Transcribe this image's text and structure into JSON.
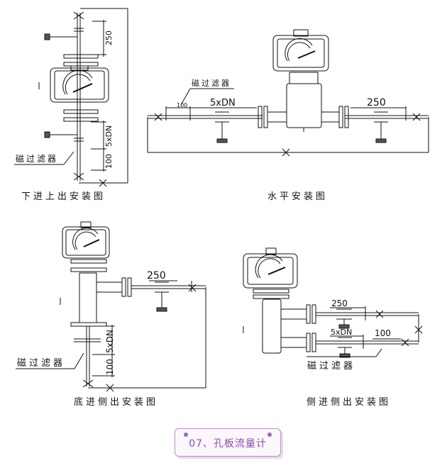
{
  "captions": {
    "bottom_in_top_out": "下进上出安装图",
    "horizontal": "水平安装图",
    "bottom_in_side_out": "底进侧出安装图",
    "side_in_side_out": "侧进侧出安装图"
  },
  "labels": {
    "filter": "磁过滤器",
    "dim_250": "250",
    "dim_5xdn": "5xDN",
    "dim_100": "100"
  },
  "badge": {
    "text": "07、孔板流量计",
    "color": "#8a4fa8"
  }
}
